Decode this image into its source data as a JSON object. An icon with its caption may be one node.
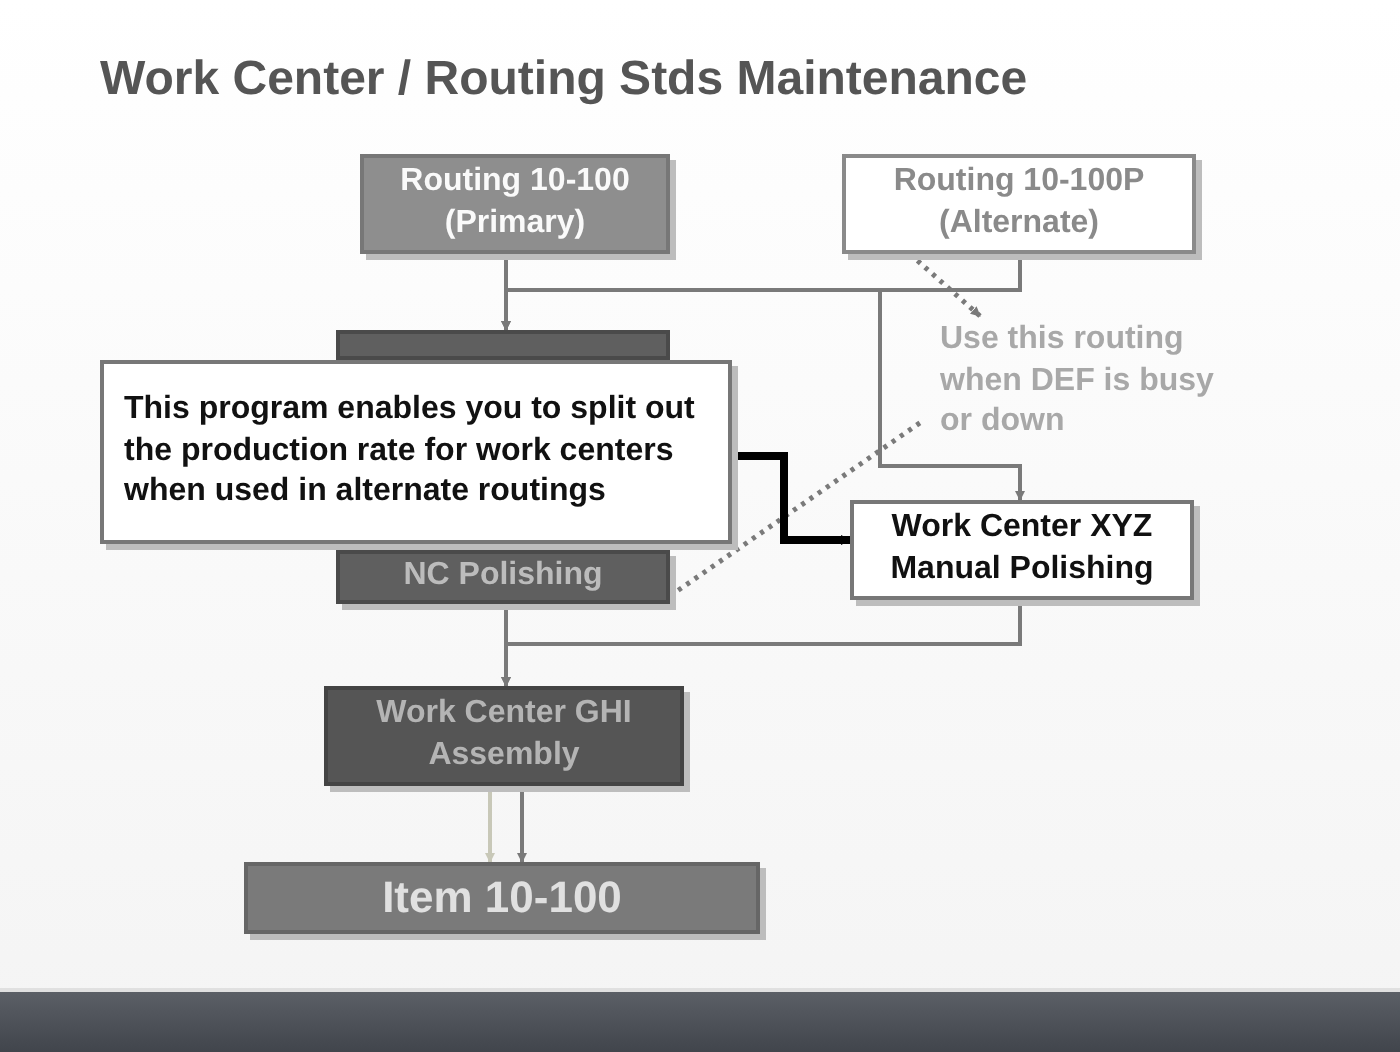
{
  "diagram": {
    "title": "Work Center / Routing Stds Maintenance",
    "nodes": [
      {
        "text": [
          "Routing 10-100 (Primary)"
        ]
      },
      {
        "text": [
          "Routing 10-100P (Alternate)"
        ]
      },
      {
        "text": [],
        "shape": "box"
      },
      {
        "text": [
          "NC Polishing"
        ]
      },
      {
        "text": [
          "Use this routing when DEF is busy or down"
        ]
      },
      {
        "text": [
          "This program enables you to split out the production rate for work centers when used in alternate routings"
        ]
      },
      {
        "text": [
          "Work Center XYZ Manual Polishing"
        ]
      },
      {
        "text": [
          "Work Center GHI Assembly"
        ]
      },
      {
        "text": [
          "Item 10-100"
        ]
      }
    ],
    "edges": [
      {
        "from": 0,
        "to": 2,
        "arrow": "to"
      },
      {
        "from": 1,
        "to": 2,
        "arrow": "to"
      },
      {
        "from": 1,
        "to": 6,
        "arrow": "to"
      },
      {
        "from": 1,
        "to": 4,
        "arrow": "to",
        "style": "dashed"
      },
      {
        "from": 3,
        "to": 4,
        "arrow": "none",
        "style": "dashed"
      },
      {
        "from": 5,
        "to": 6,
        "arrow": "to",
        "style": "thick",
        "color": "#000000"
      },
      {
        "from": 3,
        "to": 7,
        "arrow": "to"
      },
      {
        "from": 6,
        "to": 7,
        "arrow": "to"
      },
      {
        "from": 7,
        "to": 8,
        "arrow": "to",
        "color": "#c8c8b8"
      },
      {
        "from": 7,
        "to": 8,
        "arrow": "to"
      }
    ]
  }
}
